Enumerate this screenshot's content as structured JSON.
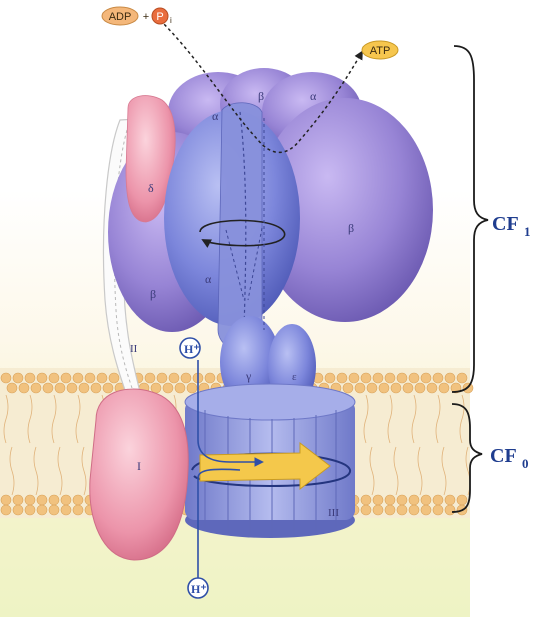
{
  "diagram": {
    "substrates": {
      "adp": "ADP",
      "plus": "+",
      "pi": "P",
      "pi_sub": "i"
    },
    "product": "ATP",
    "subunits": {
      "alpha_top_left": "α",
      "beta_top_mid": "β",
      "alpha_top_right": "α",
      "delta": "δ",
      "beta_left": "β",
      "alpha_front": "α",
      "beta_right": "β",
      "gamma": "γ",
      "epsilon": "ε",
      "two": "II",
      "one": "I",
      "three": "III"
    },
    "protons": {
      "top": "H⁺",
      "bottom": "H⁺"
    },
    "regions": {
      "cf1": "CF",
      "cf1_sub": "1",
      "cf0": "CF",
      "cf0_sub": "0"
    },
    "colors": {
      "membrane": "#f2c48a",
      "alpha_beta_blue": "#7d86d9",
      "beta_purple": "#9a86d6",
      "delta_pink": "#f0a8b8",
      "subunit_one": "#ee8fa6",
      "proton": "#2f4fa8",
      "atp_pill": "#f6c64e",
      "adp_pill": "#f4b77a",
      "rotation_arrow": "#f3c94a"
    }
  }
}
